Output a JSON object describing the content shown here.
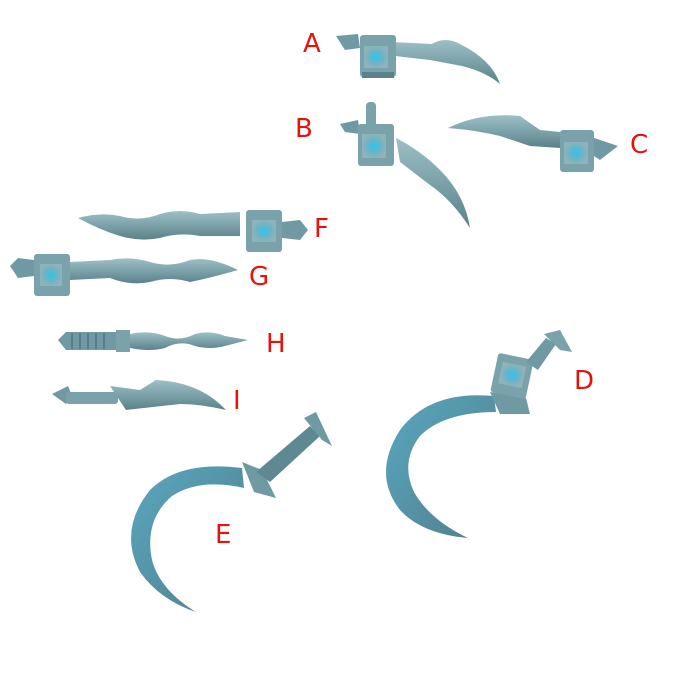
{
  "image": {
    "background": "#ffffff",
    "part_color": "#6f9aa3",
    "part_shadow": "#4d7580",
    "part_highlight": "#9dc0c6",
    "gem_color": "#29c6f0",
    "label_color": "#e8120c"
  },
  "parts": [
    {
      "label": "A",
      "type": "curved blade with fist"
    },
    {
      "label": "B",
      "type": "curved blade with pointing hand"
    },
    {
      "label": "C",
      "type": "curved blade with fist"
    },
    {
      "label": "D",
      "type": "sickle blade with fist"
    },
    {
      "label": "E",
      "type": "sickle blade with hilt"
    },
    {
      "label": "F",
      "type": "wavy blade with fist"
    },
    {
      "label": "G",
      "type": "wavy blade with fist"
    },
    {
      "label": "H",
      "type": "wavy blade with hilt"
    },
    {
      "label": "I",
      "type": "curved knife with hilt"
    }
  ]
}
